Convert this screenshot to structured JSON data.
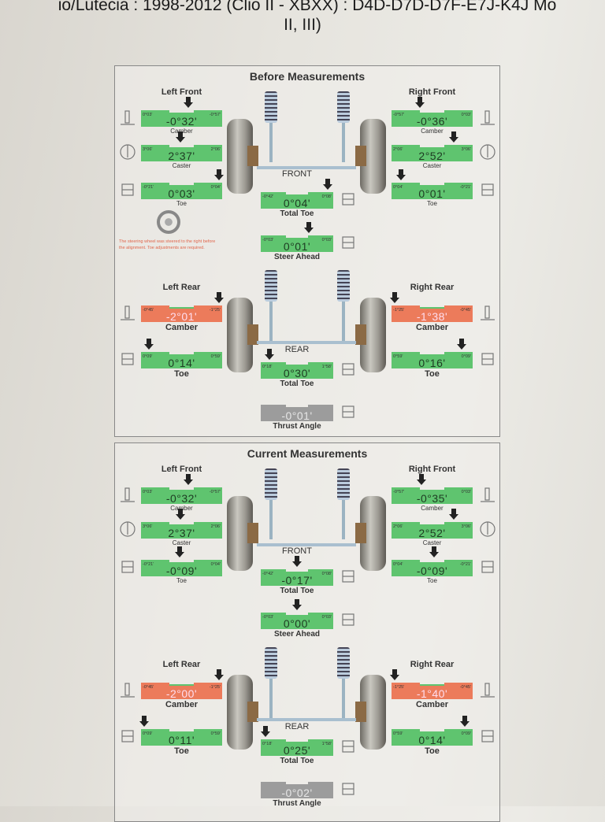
{
  "document": {
    "title_line1": "io/Lutecia : 1998-2012 (Clio II - XBXX) : D4D-D7D-D7F-E7J-K4J Mo",
    "title_line2": "II, III)"
  },
  "colors": {
    "ok": "#5fc46f",
    "out_of_spec": "#ec7b5b",
    "reference": "#9c9c9c"
  },
  "panels": [
    {
      "title": "Before Measurements",
      "front_label": "FRONT",
      "rear_label": "REAR",
      "left_front_label": "Left Front",
      "right_front_label": "Right Front",
      "left_rear_label": "Left Rear",
      "right_rear_label": "Right Rear",
      "warning": "The steering wheel was steered to the right before the alignment. Toe adjustments are required.",
      "gauges": {
        "lf_camber": {
          "label": "Camber",
          "value": "-0°32'",
          "min": "0°03'",
          "max": "-0°57'",
          "status": "green"
        },
        "lf_caster": {
          "label": "Caster",
          "value": "2°37'",
          "min": "3°06'",
          "max": "2°06'",
          "status": "green"
        },
        "lf_toe": {
          "label": "Toe",
          "value": "0°03'",
          "min": "-0°21'",
          "max": "0°04'",
          "status": "green"
        },
        "rf_camber": {
          "label": "Camber",
          "value": "-0°36'",
          "min": "-0°57'",
          "max": "0°03'",
          "status": "green"
        },
        "rf_caster": {
          "label": "Caster",
          "value": "2°52'",
          "min": "2°06'",
          "max": "3°06'",
          "status": "green"
        },
        "rf_toe": {
          "label": "Toe",
          "value": "0°01'",
          "min": "0°04'",
          "max": "-0°21'",
          "status": "green"
        },
        "front_total_toe": {
          "label": "Total Toe",
          "value": "0°04'",
          "min": "-0°42'",
          "max": "0°08'",
          "status": "green"
        },
        "steer_ahead": {
          "label": "Steer Ahead",
          "value": "0°01'",
          "min": "-0°03'",
          "max": "0°03'",
          "status": "green"
        },
        "lr_camber": {
          "label": "Camber",
          "value": "-2°01'",
          "min": "-0°45'",
          "max": "-1°25'",
          "status": "red"
        },
        "lr_toe": {
          "label": "Toe",
          "value": "0°14'",
          "min": "0°09'",
          "max": "0°59'",
          "status": "green"
        },
        "rr_camber": {
          "label": "Camber",
          "value": "-1°38'",
          "min": "-1°25'",
          "max": "-0°45'",
          "status": "red"
        },
        "rr_toe": {
          "label": "Toe",
          "value": "0°16'",
          "min": "0°59'",
          "max": "0°09'",
          "status": "green"
        },
        "rear_total_toe": {
          "label": "Total Toe",
          "value": "0°30'",
          "min": "0°18'",
          "max": "1°58'",
          "status": "green"
        },
        "thrust_angle": {
          "label": "Thrust Angle",
          "value": "-0°01'",
          "status": "gray"
        }
      }
    },
    {
      "title": "Current Measurements",
      "front_label": "FRONT",
      "rear_label": "REAR",
      "left_front_label": "Left Front",
      "right_front_label": "Right Front",
      "left_rear_label": "Left Rear",
      "right_rear_label": "Right Rear",
      "gauges": {
        "lf_camber": {
          "label": "Camber",
          "value": "-0°32'",
          "min": "0°03'",
          "max": "-0°57'",
          "status": "green"
        },
        "lf_caster": {
          "label": "Caster",
          "value": "2°37'",
          "min": "3°06'",
          "max": "2°06'",
          "status": "green"
        },
        "lf_toe": {
          "label": "Toe",
          "value": "-0°09'",
          "min": "-0°21'",
          "max": "0°04'",
          "status": "green"
        },
        "rf_camber": {
          "label": "Camber",
          "value": "-0°35'",
          "min": "-0°57'",
          "max": "0°03'",
          "status": "green"
        },
        "rf_caster": {
          "label": "Caster",
          "value": "2°52'",
          "min": "2°06'",
          "max": "3°06'",
          "status": "green"
        },
        "rf_toe": {
          "label": "Toe",
          "value": "-0°09'",
          "min": "0°04'",
          "max": "-0°21'",
          "status": "green"
        },
        "front_total_toe": {
          "label": "Total Toe",
          "value": "-0°17'",
          "min": "-0°42'",
          "max": "0°08'",
          "status": "green"
        },
        "steer_ahead": {
          "label": "Steer Ahead",
          "value": "0°00'",
          "min": "-0°03'",
          "max": "0°03'",
          "status": "green"
        },
        "lr_camber": {
          "label": "Camber",
          "value": "-2°00'",
          "min": "-0°45'",
          "max": "-1°25'",
          "status": "red"
        },
        "lr_toe": {
          "label": "Toe",
          "value": "0°11'",
          "min": "0°09'",
          "max": "0°59'",
          "status": "green"
        },
        "rr_camber": {
          "label": "Camber",
          "value": "-1°40'",
          "min": "-1°25'",
          "max": "-0°45'",
          "status": "red"
        },
        "rr_toe": {
          "label": "Toe",
          "value": "0°14'",
          "min": "0°59'",
          "max": "0°09'",
          "status": "green"
        },
        "rear_total_toe": {
          "label": "Total Toe",
          "value": "0°25'",
          "min": "0°18'",
          "max": "1°58'",
          "status": "green"
        },
        "thrust_angle": {
          "label": "Thrust Angle",
          "value": "-0°02'",
          "status": "gray"
        }
      }
    }
  ]
}
